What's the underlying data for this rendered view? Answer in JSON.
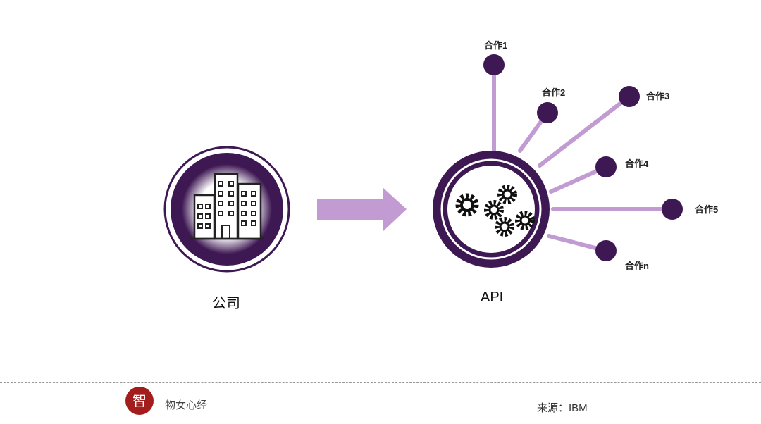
{
  "company": {
    "label": "公司"
  },
  "api": {
    "label": "API"
  },
  "partners": [
    {
      "label": "合作1"
    },
    {
      "label": "合作2"
    },
    {
      "label": "合作3"
    },
    {
      "label": "合作4"
    },
    {
      "label": "合作5"
    },
    {
      "label": "合作n"
    }
  ],
  "footer": {
    "brand": "物女心经",
    "source": "来源：IBM",
    "logo_text": "智"
  },
  "colors": {
    "dark_purple": "#3e1853",
    "light_purple": "#c39bd3",
    "mid_purple": "#5c2a73"
  },
  "icons": {
    "company": "building-icon",
    "api": "gears-icon",
    "arrow": "arrow-right-icon"
  }
}
